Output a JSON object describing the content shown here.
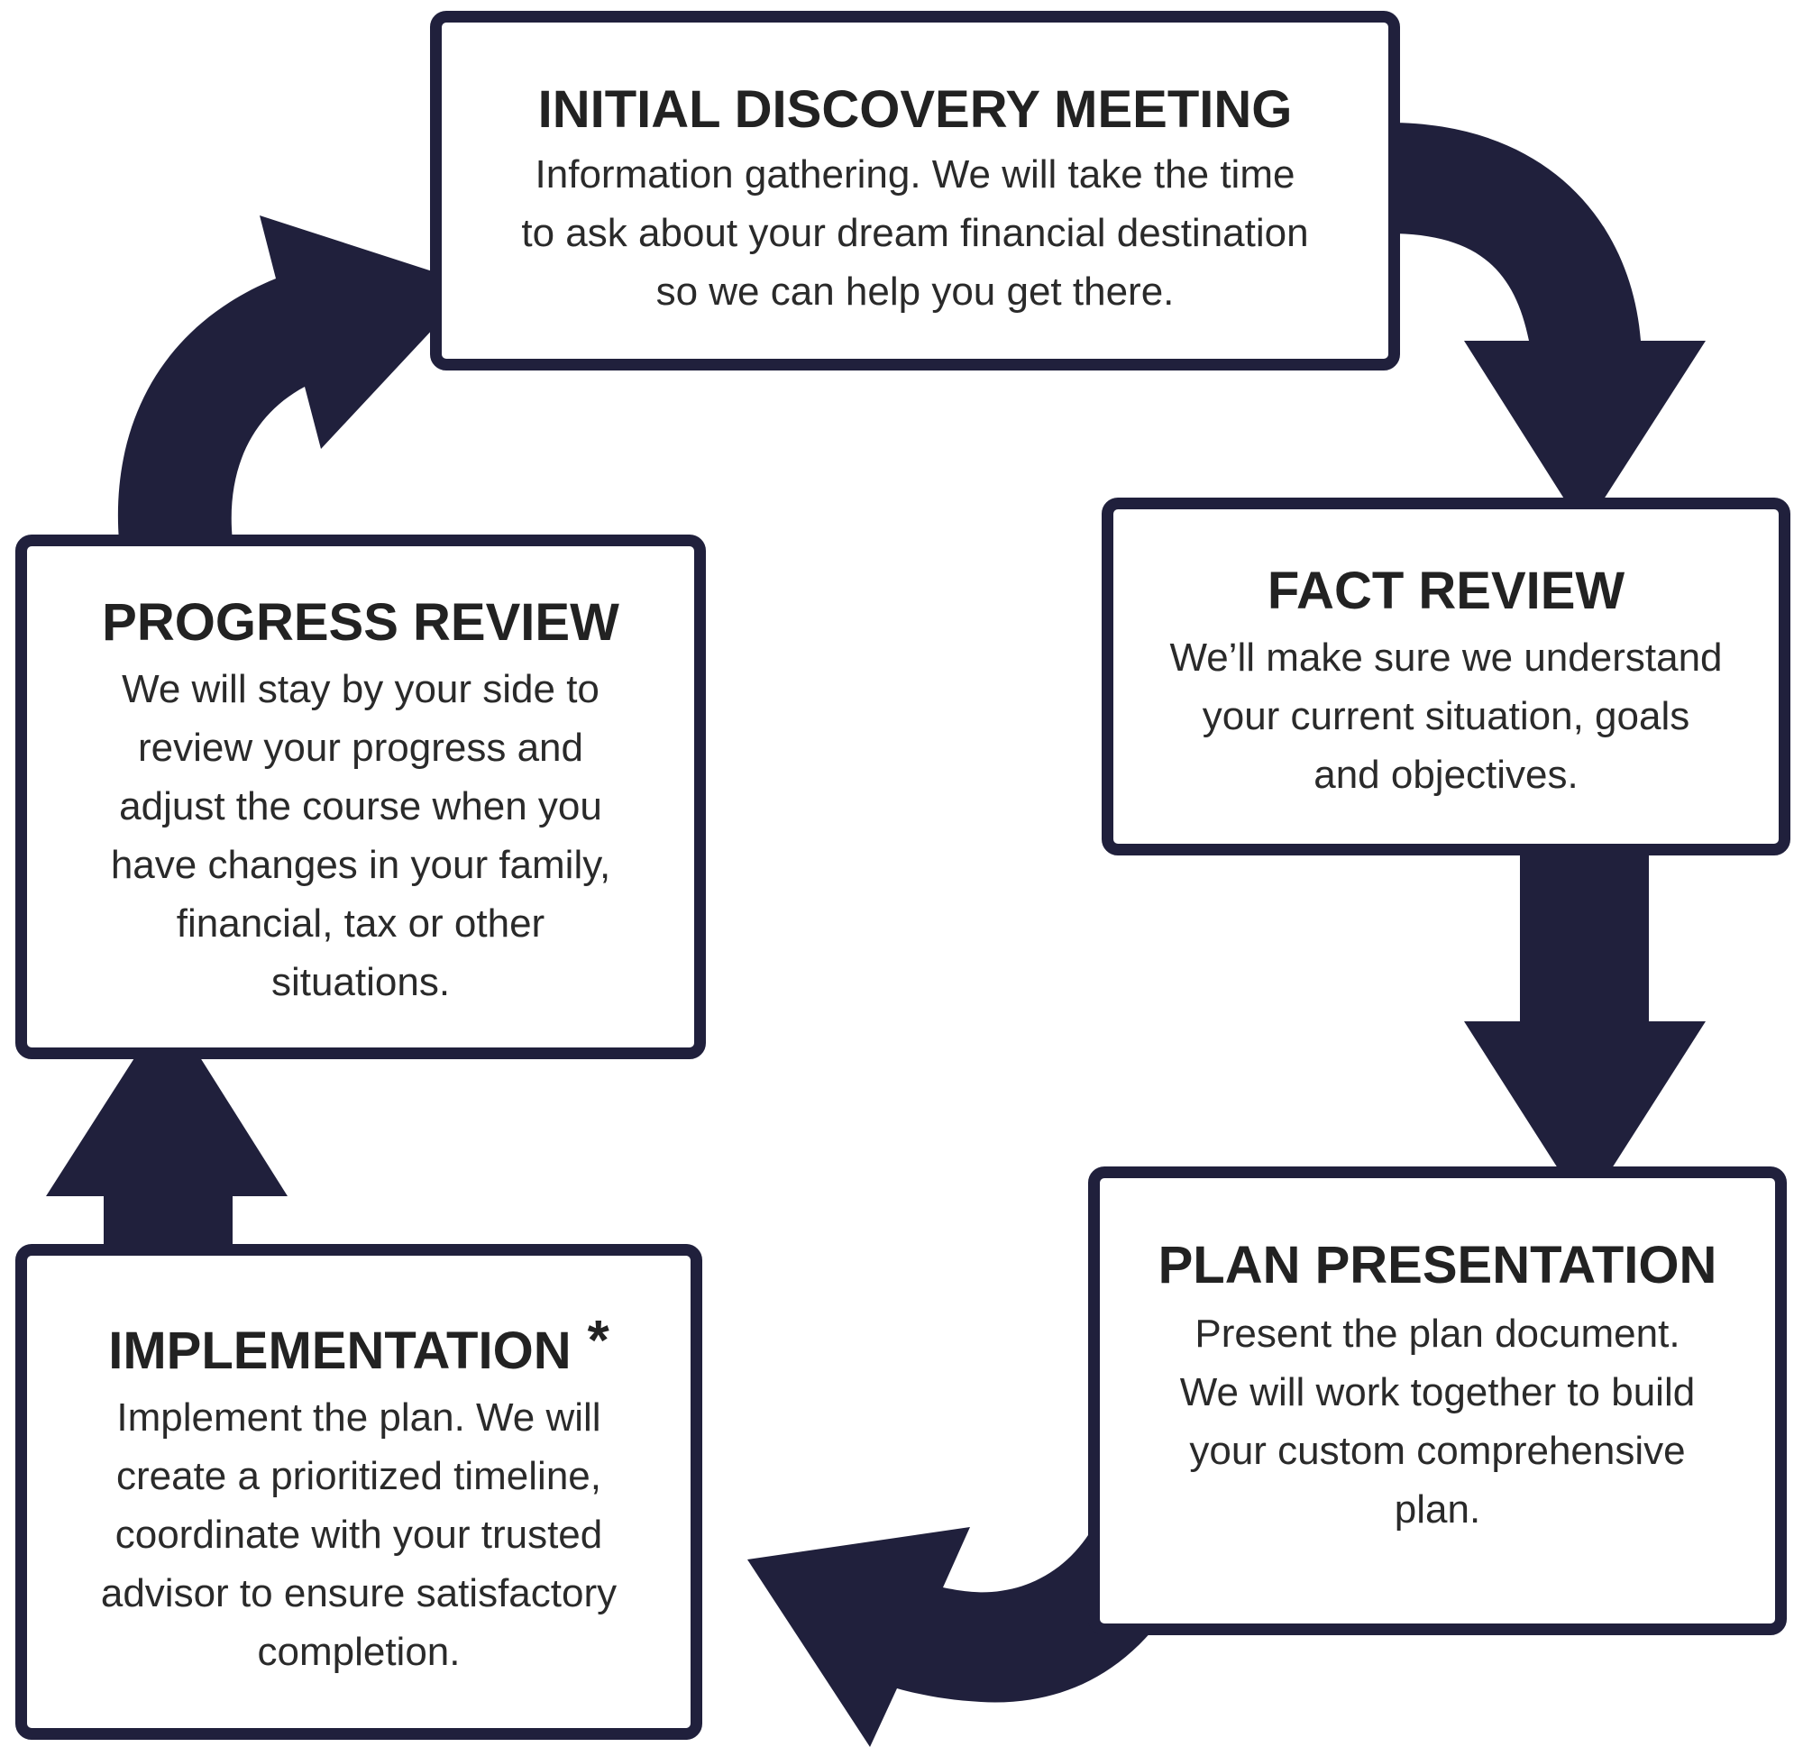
{
  "diagram": {
    "type": "cycle",
    "colors": {
      "arrow": "#20203c",
      "border": "#20203c",
      "text": "#222222",
      "background": "#ffffff"
    },
    "steps": [
      {
        "id": "initial",
        "title": "INITIAL DISCOVERY MEETING",
        "body_lines": [
          "Information gathering.  We will take the time",
          "to ask about your dream financial destination",
          "so we can help you get there."
        ]
      },
      {
        "id": "fact",
        "title": "FACT REVIEW",
        "body_lines": [
          "We’ll make sure we understand",
          "your current situation, goals",
          "and objectives."
        ]
      },
      {
        "id": "plan",
        "title": "PLAN PRESENTATION",
        "body_lines": [
          "Present the plan document.",
          "We will work together to build",
          "your custom comprehensive",
          "plan."
        ]
      },
      {
        "id": "implementation",
        "title": "IMPLEMENTATION",
        "title_marker": "*",
        "body_lines": [
          "Implement the plan.  We will",
          "create a prioritized timeline,",
          "coordinate with your trusted",
          "advisor to ensure satisfactory",
          "completion."
        ]
      },
      {
        "id": "progress",
        "title": "PROGRESS REVIEW",
        "body_lines": [
          "We will stay by your side to",
          "review your progress and",
          "adjust the course when you",
          "have changes in your family,",
          "financial, tax or other",
          "situations."
        ]
      }
    ],
    "connections": [
      {
        "from": "initial",
        "to": "fact",
        "style": "curved-arrow"
      },
      {
        "from": "fact",
        "to": "plan",
        "style": "straight-arrow"
      },
      {
        "from": "plan",
        "to": "implementation",
        "style": "curved-arrow"
      },
      {
        "from": "implementation",
        "to": "progress",
        "style": "straight-arrow"
      },
      {
        "from": "progress",
        "to": "initial",
        "style": "curved-arrow"
      }
    ]
  }
}
